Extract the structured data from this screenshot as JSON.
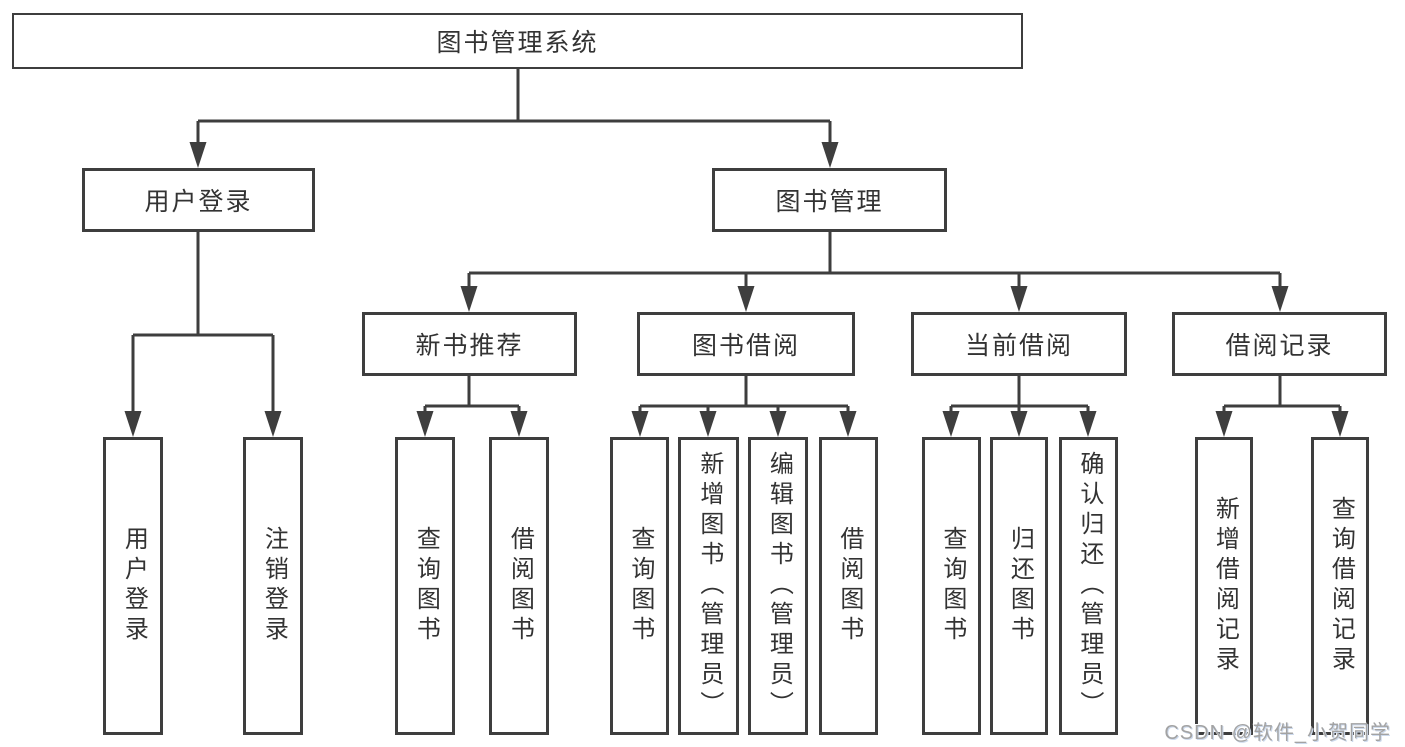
{
  "colors": {
    "line": "#3e3e3e",
    "text": "#333333",
    "background": "#ffffff",
    "watermark": "#a3a3a3"
  },
  "watermark": {
    "text": "CSDN @软件_小贺同学"
  },
  "nodes": {
    "root": {
      "label": "图书管理系统"
    },
    "login_group": {
      "label": "用户登录"
    },
    "book_mgmt": {
      "label": "图书管理"
    },
    "new_book_rec": {
      "label": "新书推荐"
    },
    "book_borrow": {
      "label": "图书借阅"
    },
    "current_borrow": {
      "label": "当前借阅"
    },
    "borrow_record": {
      "label": "借阅记录"
    },
    "user_login": {
      "label": "用户登录"
    },
    "logout_login": {
      "label": "注销登录"
    },
    "nbr_query_book": {
      "label": "查询图书"
    },
    "nbr_borrow_book": {
      "label": "借阅图书"
    },
    "bb_query_book": {
      "label": "查询图书"
    },
    "bb_add_book": {
      "label": "新增图书（管理员）"
    },
    "bb_edit_book": {
      "label": "编辑图书（管理员）"
    },
    "bb_borrow_book": {
      "label": "借阅图书"
    },
    "cb_query_book": {
      "label": "查询图书"
    },
    "cb_return_book": {
      "label": "归还图书"
    },
    "cb_confirm_return": {
      "label": "确认归还（管理员）"
    },
    "br_add_record": {
      "label": "新增借阅记录"
    },
    "br_query_record": {
      "label": "查询借阅记录"
    }
  },
  "hierarchy": {
    "root": "图书管理系统",
    "children": [
      {
        "label": "用户登录",
        "children": [
          "用户登录",
          "注销登录"
        ]
      },
      {
        "label": "图书管理",
        "children": [
          {
            "label": "新书推荐",
            "children": [
              "查询图书",
              "借阅图书"
            ]
          },
          {
            "label": "图书借阅",
            "children": [
              "查询图书",
              "新增图书（管理员）",
              "编辑图书（管理员）",
              "借阅图书"
            ]
          },
          {
            "label": "当前借阅",
            "children": [
              "查询图书",
              "归还图书",
              "确认归还（管理员）"
            ]
          },
          {
            "label": "借阅记录",
            "children": [
              "新增借阅记录",
              "查询借阅记录"
            ]
          }
        ]
      }
    ]
  }
}
